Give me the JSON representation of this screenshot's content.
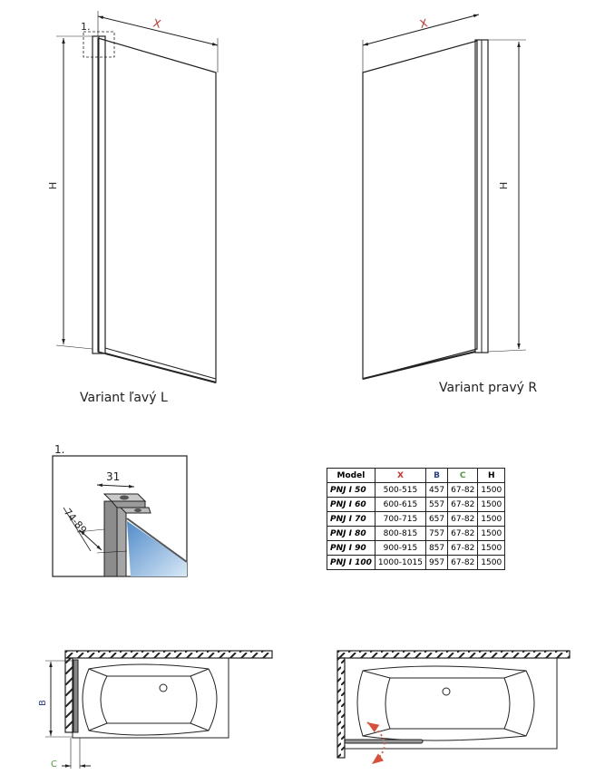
{
  "drawing": {
    "left_variant_label": "Variant ľavý L",
    "right_variant_label": "Variant pravý R",
    "dim_x": "X",
    "dim_h": "H",
    "detail_marker": "1.",
    "detail_title": "1.",
    "detail_width": "31",
    "detail_range": "74-89",
    "plan_dim_b": "B",
    "plan_dim_c": "C"
  },
  "colors": {
    "x": "#d0302a",
    "b": "#2a3f8f",
    "c": "#4c9a3a",
    "arrow": "#d9503a",
    "glass": "#5b9bd5"
  },
  "table": {
    "headers": [
      "Model",
      "X",
      "B",
      "C",
      "H"
    ],
    "rows": [
      [
        "PNJ I 50",
        "500-515",
        "457",
        "67-82",
        "1500"
      ],
      [
        "PNJ I 60",
        "600-615",
        "557",
        "67-82",
        "1500"
      ],
      [
        "PNJ I 70",
        "700-715",
        "657",
        "67-82",
        "1500"
      ],
      [
        "PNJ I 80",
        "800-815",
        "757",
        "67-82",
        "1500"
      ],
      [
        "PNJ I 90",
        "900-915",
        "857",
        "67-82",
        "1500"
      ],
      [
        "PNJ I 100",
        "1000-1015",
        "957",
        "67-82",
        "1500"
      ]
    ]
  }
}
